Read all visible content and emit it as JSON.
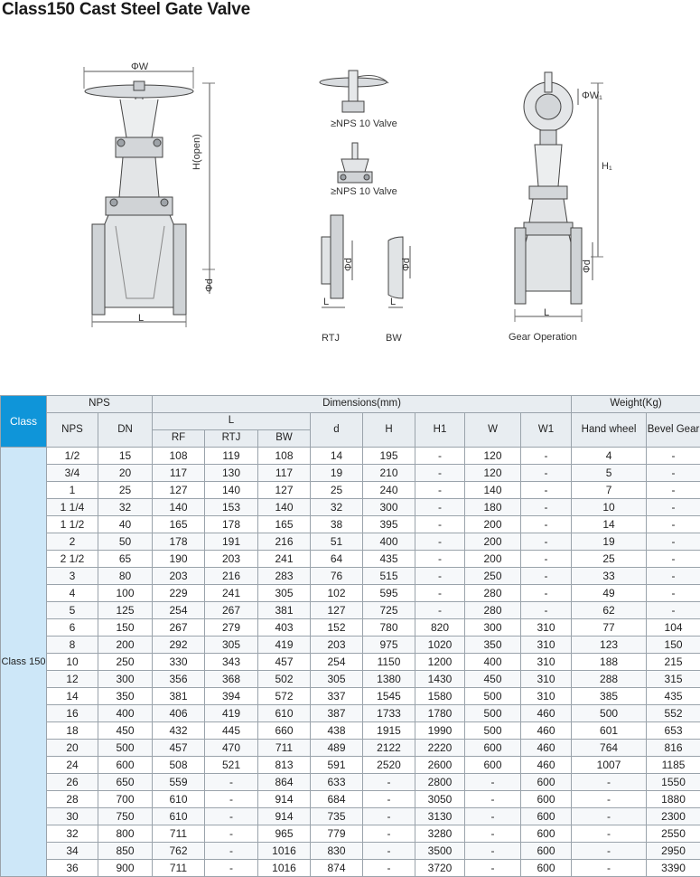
{
  "title": "Class150 Cast Steel Gate Valve",
  "drawing_labels": {
    "phi_w": "ΦW",
    "h_open": "H(open)",
    "phi_d": "Φd",
    "l": "L",
    "nps10_a": "≥NPS 10 Valve",
    "nps10_b": "≥NPS 10 Valve",
    "rtj": "RTJ",
    "bw": "BW",
    "gear_operation": "Gear Operation",
    "phi_w1": "ΦW₁",
    "h1": "H₁"
  },
  "table": {
    "headers": {
      "class": "Class",
      "nps_group": "NPS",
      "dimensions": "Dimensions(mm)",
      "weight": "Weight(Kg)",
      "nps": "NPS",
      "dn": "DN",
      "l": "L",
      "rf": "RF",
      "rtj": "RTJ",
      "bw": "BW",
      "d": "d",
      "h": "H",
      "h1": "H1",
      "w": "W",
      "w1": "W1",
      "hand_wheel": "Hand wheel",
      "bevel_gear": "Bevel Gear"
    },
    "class_value": "Class 150",
    "rows": [
      [
        "1/2",
        "15",
        "108",
        "119",
        "108",
        "14",
        "195",
        "-",
        "120",
        "-",
        "4",
        "-"
      ],
      [
        "3/4",
        "20",
        "117",
        "130",
        "117",
        "19",
        "210",
        "-",
        "120",
        "-",
        "5",
        "-"
      ],
      [
        "1",
        "25",
        "127",
        "140",
        "127",
        "25",
        "240",
        "-",
        "140",
        "-",
        "7",
        "-"
      ],
      [
        "1 1/4",
        "32",
        "140",
        "153",
        "140",
        "32",
        "300",
        "-",
        "180",
        "-",
        "10",
        "-"
      ],
      [
        "1 1/2",
        "40",
        "165",
        "178",
        "165",
        "38",
        "395",
        "-",
        "200",
        "-",
        "14",
        "-"
      ],
      [
        "2",
        "50",
        "178",
        "191",
        "216",
        "51",
        "400",
        "-",
        "200",
        "-",
        "19",
        "-"
      ],
      [
        "2 1/2",
        "65",
        "190",
        "203",
        "241",
        "64",
        "435",
        "-",
        "200",
        "-",
        "25",
        "-"
      ],
      [
        "3",
        "80",
        "203",
        "216",
        "283",
        "76",
        "515",
        "-",
        "250",
        "-",
        "33",
        "-"
      ],
      [
        "4",
        "100",
        "229",
        "241",
        "305",
        "102",
        "595",
        "-",
        "280",
        "-",
        "49",
        "-"
      ],
      [
        "5",
        "125",
        "254",
        "267",
        "381",
        "127",
        "725",
        "-",
        "280",
        "-",
        "62",
        "-"
      ],
      [
        "6",
        "150",
        "267",
        "279",
        "403",
        "152",
        "780",
        "820",
        "300",
        "310",
        "77",
        "104"
      ],
      [
        "8",
        "200",
        "292",
        "305",
        "419",
        "203",
        "975",
        "1020",
        "350",
        "310",
        "123",
        "150"
      ],
      [
        "10",
        "250",
        "330",
        "343",
        "457",
        "254",
        "1150",
        "1200",
        "400",
        "310",
        "188",
        "215"
      ],
      [
        "12",
        "300",
        "356",
        "368",
        "502",
        "305",
        "1380",
        "1430",
        "450",
        "310",
        "288",
        "315"
      ],
      [
        "14",
        "350",
        "381",
        "394",
        "572",
        "337",
        "1545",
        "1580",
        "500",
        "310",
        "385",
        "435"
      ],
      [
        "16",
        "400",
        "406",
        "419",
        "610",
        "387",
        "1733",
        "1780",
        "500",
        "460",
        "500",
        "552"
      ],
      [
        "18",
        "450",
        "432",
        "445",
        "660",
        "438",
        "1915",
        "1990",
        "500",
        "460",
        "601",
        "653"
      ],
      [
        "20",
        "500",
        "457",
        "470",
        "711",
        "489",
        "2122",
        "2220",
        "600",
        "460",
        "764",
        "816"
      ],
      [
        "24",
        "600",
        "508",
        "521",
        "813",
        "591",
        "2520",
        "2600",
        "600",
        "460",
        "1007",
        "1185"
      ],
      [
        "26",
        "650",
        "559",
        "-",
        "864",
        "633",
        "-",
        "2800",
        "-",
        "600",
        "-",
        "1550"
      ],
      [
        "28",
        "700",
        "610",
        "-",
        "914",
        "684",
        "-",
        "3050",
        "-",
        "600",
        "-",
        "1880"
      ],
      [
        "30",
        "750",
        "610",
        "-",
        "914",
        "735",
        "-",
        "3130",
        "-",
        "600",
        "-",
        "2300"
      ],
      [
        "32",
        "800",
        "711",
        "-",
        "965",
        "779",
        "-",
        "3280",
        "-",
        "600",
        "-",
        "2550"
      ],
      [
        "34",
        "850",
        "762",
        "-",
        "1016",
        "830",
        "-",
        "3500",
        "-",
        "600",
        "-",
        "2950"
      ],
      [
        "36",
        "900",
        "711",
        "-",
        "1016",
        "874",
        "-",
        "3720",
        "-",
        "600",
        "-",
        "3390"
      ]
    ]
  }
}
